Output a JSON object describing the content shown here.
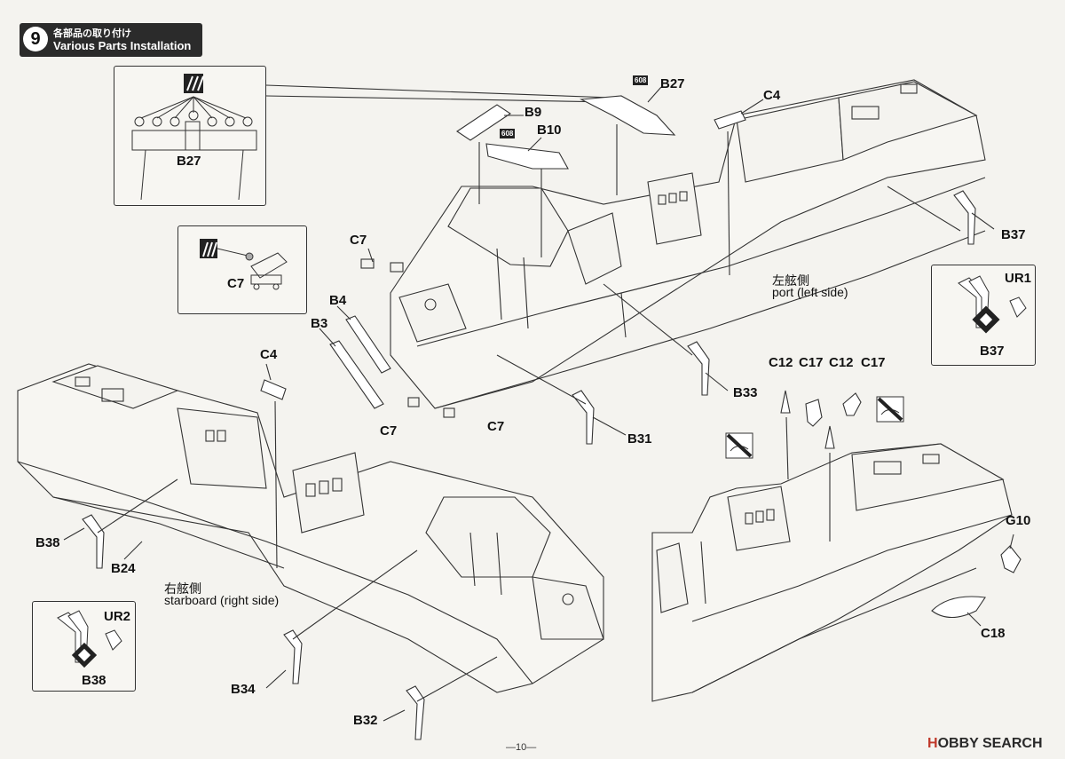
{
  "step": {
    "number": "9",
    "title_jp": "各部品の取り付け",
    "title_en": "Various Parts Installation"
  },
  "detail_boxes": {
    "b27": {
      "label": "B27"
    },
    "c7": {
      "label": "C7"
    },
    "ur1": {
      "part": "UR1",
      "target": "B37"
    },
    "ur2": {
      "part": "UR2",
      "target": "B38"
    }
  },
  "badges": {
    "b27": "608",
    "b10": "608"
  },
  "part_labels": {
    "b9": "B9",
    "b10": "B10",
    "b27": "B27",
    "c4_top": "C4",
    "b37": "B37",
    "c7_a": "C7",
    "c7_b": "C7",
    "c7_c": "C7",
    "b4": "B4",
    "b3": "B3",
    "b33": "B33",
    "b31": "B31",
    "c4_left": "C4",
    "b38": "B38",
    "b24": "B24",
    "b34": "B34",
    "b32": "B32",
    "c12_a": "C12",
    "c17_a": "C17",
    "c12_b": "C12",
    "c17_b": "C17",
    "g10": "G10",
    "c18": "C18"
  },
  "side_labels": {
    "port_jp": "左舷側",
    "port_en": "port (left side)",
    "starboard_jp": "右舷側",
    "starboard_en": "starboard (right side)"
  },
  "footer": {
    "page": "—10—"
  },
  "watermark": {
    "brand_a": "H",
    "brand_b": "OBBY SEARCH"
  }
}
